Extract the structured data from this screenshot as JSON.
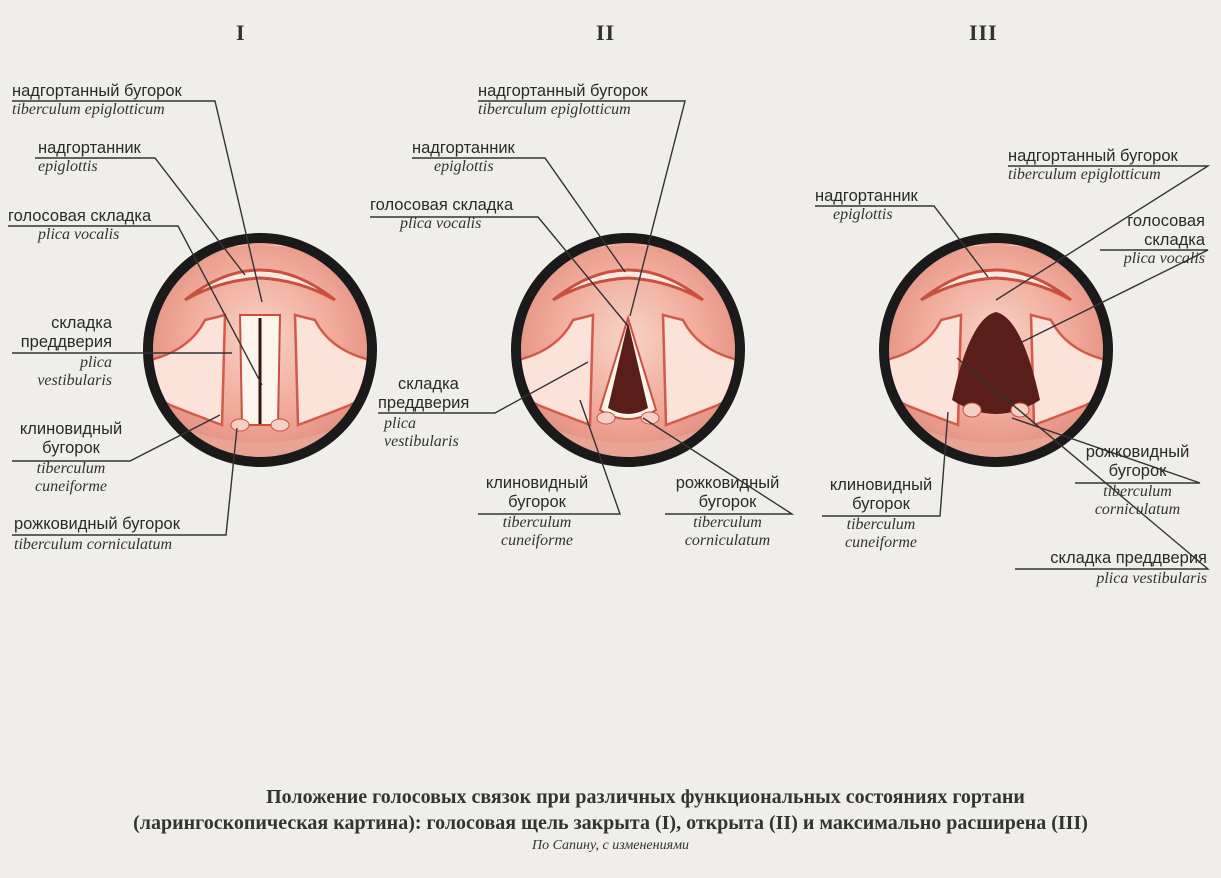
{
  "panels": {
    "p1": {
      "number": "I",
      "supra_epiglottic_tubercle": {
        "ru": "надгортанный бугорок",
        "la": "tiberculum epiglotticum"
      },
      "epiglottis": {
        "ru": "надгортанник",
        "la": "epiglottis"
      },
      "vocal_fold": {
        "ru": "голосовая складка",
        "la": "plica vocalis"
      },
      "vestibular_fold": {
        "ru1": "складка",
        "ru2": "преддверия",
        "la1": "plica",
        "la2": "vestibularis"
      },
      "cuneiform": {
        "ru1": "клиновидный",
        "ru2": "бугорок",
        "la1": "tiberculum",
        "la2": "cuneiforme"
      },
      "corniculate": {
        "ru": "рожковидный бугорок",
        "la": "tiberculum corniculatum"
      }
    },
    "p2": {
      "number": "II",
      "supra_epiglottic_tubercle": {
        "ru": "надгортанный бугорок",
        "la": "tiberculum epiglotticum"
      },
      "epiglottis": {
        "ru": "надгортанник",
        "la": "epiglottis"
      },
      "vocal_fold": {
        "ru": "голосовая складка",
        "la": "plica vocalis"
      },
      "vestibular_fold": {
        "ru1": "складка",
        "ru2": "преддверия",
        "la1": "plica",
        "la2": "vestibularis"
      },
      "cuneiform": {
        "ru1": "клиновидный",
        "ru2": "бугорок",
        "la1": "tiberculum",
        "la2": "cuneiforme"
      },
      "corniculate": {
        "ru1": "рожковидный",
        "ru2": "бугорок",
        "la1": "tiberculum",
        "la2": "corniculatum"
      }
    },
    "p3": {
      "number": "III",
      "supra_epiglottic_tubercle": {
        "ru": "надгортанный бугорок",
        "la": "tiberculum epiglotticum"
      },
      "epiglottis": {
        "ru": "надгортанник",
        "la": "epiglottis"
      },
      "vocal_fold": {
        "ru1": "голосовая",
        "ru2": "складка",
        "la": "plica vocalis"
      },
      "corniculate": {
        "ru1": "рожковидный",
        "ru2": "бугорок",
        "la1": "tiberculum",
        "la2": "corniculatum"
      },
      "cuneiform": {
        "ru1": "клиновидный",
        "ru2": "бугорок",
        "la1": "tiberculum",
        "la2": "cuneiforme"
      },
      "vestibular_fold": {
        "ru": "складка преддверия",
        "la": "plica vestibularis"
      }
    }
  },
  "caption": {
    "line1": "Положение голосовых связок при различных функциональных состояниях гортани",
    "line2": "(ларингоскопическая картина): голосовая щель закрыта (I), открыта (II) и максимально расширена (III)",
    "credit": "По Сапину, с изменениями"
  },
  "colors": {
    "ring": "#1a1a1a",
    "mucosa": "#f2b7a8",
    "mucosa_dark": "#d9604f",
    "fold": "#fbeee6",
    "glottis": "#5a1e1a",
    "line": "#333333"
  }
}
